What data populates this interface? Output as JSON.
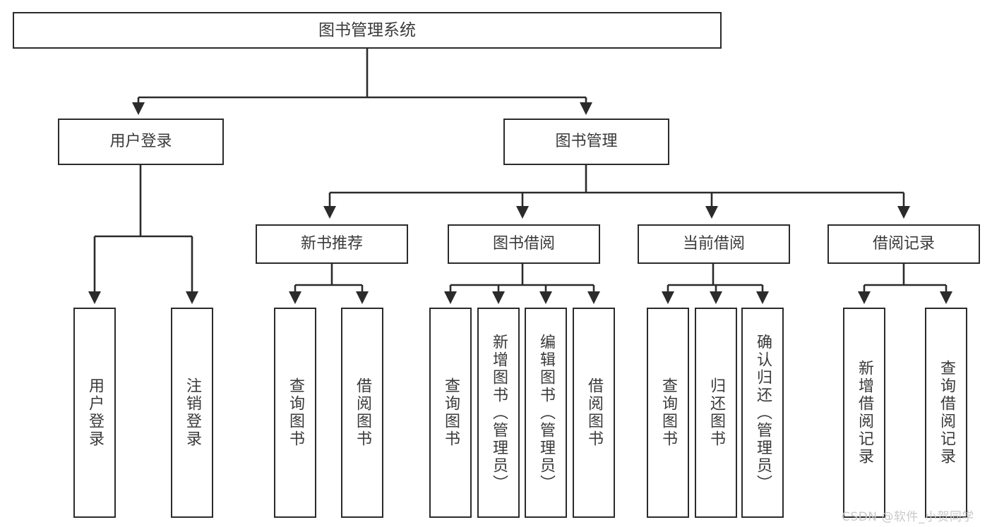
{
  "diagram": {
    "title": "图书管理系统",
    "type": "tree-hierarchy",
    "stroke_color": "#2b2b2b",
    "text_color": "#3a3a3a",
    "background_color": "#ffffff",
    "nodes": {
      "root": {
        "label": "图书管理系统"
      },
      "login": {
        "label": "用户登录"
      },
      "bookmgmt": {
        "label": "图书管理"
      },
      "newbook": {
        "label": "新书推荐"
      },
      "borrow": {
        "label": "图书借阅"
      },
      "current": {
        "label": "当前借阅"
      },
      "record": {
        "label": "借阅记录"
      },
      "leaf1": {
        "label": "用户登录"
      },
      "leaf2": {
        "label": "注销登录"
      },
      "leaf3": {
        "label": "查询图书"
      },
      "leaf4": {
        "label": "借阅图书"
      },
      "leaf5": {
        "label": "查询图书"
      },
      "leaf6": {
        "label": "新增图书（管理员）"
      },
      "leaf7": {
        "label": "编辑图书（管理员）"
      },
      "leaf8": {
        "label": "借阅图书"
      },
      "leaf9": {
        "label": "查询图书"
      },
      "leaf10": {
        "label": "归还图书"
      },
      "leaf11": {
        "label": "确认归还（管理员）"
      },
      "leaf12": {
        "label": "新增借阅记录"
      },
      "leaf13": {
        "label": "查询借阅记录"
      }
    },
    "edges": [
      {
        "from": "root",
        "to": "login"
      },
      {
        "from": "root",
        "to": "bookmgmt"
      },
      {
        "from": "login",
        "to": "leaf1"
      },
      {
        "from": "login",
        "to": "leaf2"
      },
      {
        "from": "bookmgmt",
        "to": "newbook"
      },
      {
        "from": "bookmgmt",
        "to": "borrow"
      },
      {
        "from": "bookmgmt",
        "to": "current"
      },
      {
        "from": "bookmgmt",
        "to": "record"
      },
      {
        "from": "newbook",
        "to": "leaf3"
      },
      {
        "from": "newbook",
        "to": "leaf4"
      },
      {
        "from": "borrow",
        "to": "leaf5"
      },
      {
        "from": "borrow",
        "to": "leaf6"
      },
      {
        "from": "borrow",
        "to": "leaf7"
      },
      {
        "from": "borrow",
        "to": "leaf8"
      },
      {
        "from": "current",
        "to": "leaf9"
      },
      {
        "from": "current",
        "to": "leaf10"
      },
      {
        "from": "current",
        "to": "leaf11"
      },
      {
        "from": "record",
        "to": "leaf12"
      },
      {
        "from": "record",
        "to": "leaf13"
      }
    ]
  },
  "watermark": {
    "text": "CSDN @软件_小贺同学",
    "color": "#c9c9c9"
  }
}
